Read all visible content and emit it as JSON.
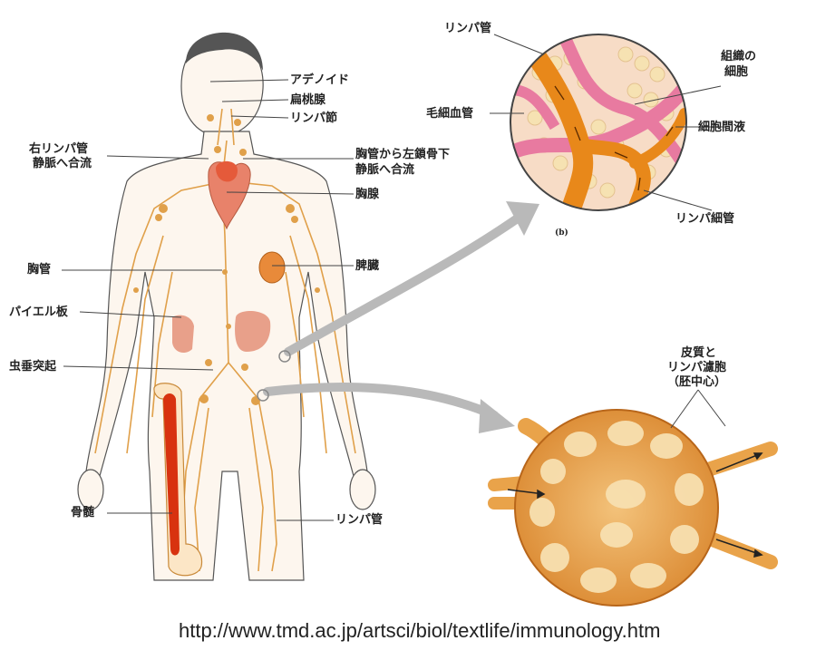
{
  "labels": {
    "adenoid": "アデノイド",
    "tonsil": "扁桃腺",
    "lymph_node": "リンパ節",
    "right_duct_line1": "右リンパ管",
    "right_duct_line2": "静脈へ合流",
    "thoracic_left_line1": "胸管から左鎖骨下",
    "thoracic_left_line2": "静脈へ合流",
    "thymus": "胸腺",
    "thoracic_duct": "胸管",
    "spleen": "脾臓",
    "peyer": "パイエル板",
    "appendix": "虫垂突起",
    "bone_marrow": "骨髄",
    "lymph_vessel_leg": "リンパ管",
    "inset_lymph_vessel": "リンパ管",
    "capillary": "毛細血管",
    "tissue_cells_line1": "組織の",
    "tissue_cells_line2": "細胞",
    "interstitial_fluid": "細胞間液",
    "lymph_capillary": "リンパ細管",
    "panel_b": "(b)",
    "node_line1": "皮質と",
    "node_line2": "リンパ濾胞",
    "node_line3": "（胚中心）"
  },
  "source_url": "http://www.tmd.ac.jp/artsci/biol/textlife/immunology.htm",
  "colors": {
    "lymph": "#e8a24a",
    "lymph_dark": "#c46a12",
    "organ": "#e8826a",
    "capillary_pink": "#e87aa0",
    "node_fill": "#e9a34a",
    "arrow_gray": "#b9b9b9"
  }
}
